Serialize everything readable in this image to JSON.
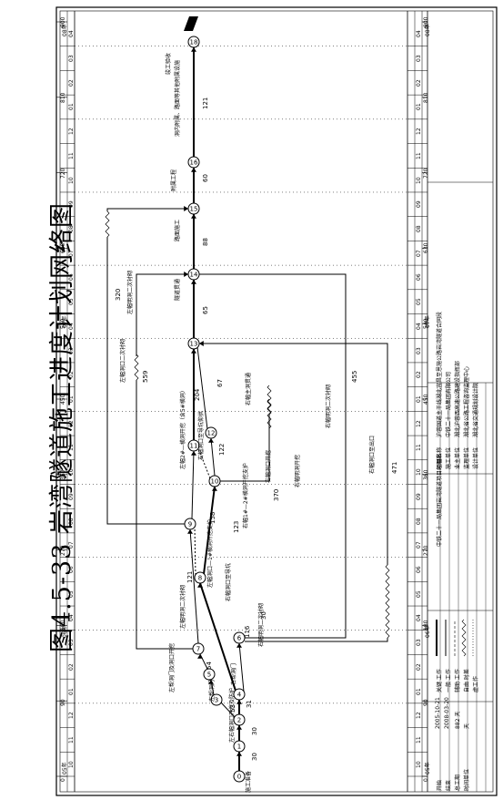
{
  "title": "图4.5-33  岩湾隧道施工进度计划网络图",
  "timeline": {
    "month_labels": [
      "10",
      "11",
      "12",
      "01",
      "02",
      "03",
      "04",
      "05",
      "06",
      "07",
      "08",
      "09",
      "10",
      "11",
      "12",
      "01",
      "02",
      "03",
      "04",
      "05",
      "06",
      "07",
      "08",
      "09",
      "10",
      "11",
      "12",
      "01",
      "02",
      "03",
      "04"
    ],
    "year_labels": [
      "05年",
      "06年",
      "07年",
      "08年"
    ],
    "day_marks": [
      "0",
      "90",
      "180",
      "270",
      "360",
      "450",
      "540",
      "630",
      "720",
      "810",
      "900"
    ]
  },
  "legend": {
    "start_label": "开始",
    "start_value": "2005-10-21",
    "finish_label": "结束",
    "finish_value": "2008-03-20",
    "total_label": "总工期",
    "total_value": "882 天",
    "unit_label": "时间单位",
    "unit_value": "天",
    "key_work": "关键 工作",
    "normal_work": "一般 工作",
    "aux_work": "辅助 工作",
    "float_time": "自由 时差",
    "virtual_work": "虚工作"
  },
  "info_block": {
    "project_name_label": "项目名称",
    "project_name": "沪蓉国道主干线湖北宜昌至恩施公路岩湾隧道合同段",
    "builder_label": "施工单位",
    "builder": "中铁二十一局集团有限公司",
    "owner_label": "业主单位",
    "owner": "湖北沪蓉西高速公路建设指挥部",
    "supervisor_label": "监理单位",
    "supervisor": "湖北省公路工程咨询监理中心",
    "designer_label": "设计单位",
    "designer": "湖北省交通规划设计院",
    "team": "中铁二十一局集团岩湾隧道项目经理部"
  },
  "nodes": [
    "0",
    "1",
    "2",
    "3",
    "4",
    "5",
    "6",
    "7",
    "8",
    "9",
    "10",
    "11",
    "12",
    "13",
    "14",
    "15",
    "16",
    "18"
  ],
  "edges": {
    "e0_1": "30",
    "e1_2": "30",
    "e2_3": "53",
    "e2_4": "31",
    "e3_5": "左帮洞门及洞口开挖",
    "e5_7": "54",
    "e4_8": "116",
    "e4_6": "30",
    "e7_9": "121",
    "e8_10": "123",
    "e9_11": "158",
    "e10_12": "122",
    "e11_13": "204",
    "e12_13": "67",
    "e13_14": "65",
    "e14_15": "88",
    "e15_16": "60",
    "e16_18": "121",
    "e6_13": "455",
    "e7_13": "559",
    "e9_13": "320",
    "e10_13": "370",
    "e6_14": "471"
  },
  "labels": {
    "n0": "施工准备",
    "n1": "左右幅洞口开挖及防护",
    "n2": "进洞",
    "n3": "左帮洞门",
    "n4": "右帮洞门",
    "a5_7": "左帮洞门及洞口开挖",
    "a7_9": "左幅明洞二次衬砌",
    "a9_11": "左幅洞口—1#横洞开挖支护",
    "a11_13": "左幅2#—横洞开挖（含5#横洞）",
    "a8_10": "右幅洞口开挖",
    "a10_12": "右幅1#—2#横洞开挖支护",
    "a12_13": "右幅主洞贯通",
    "a6_13": "右幅明洞二次衬砌",
    "a6_14": "右幅洞口至出口",
    "a7_13": "左幅洞口二次衬砌",
    "a9_13": "左幅明洞二次衬砌",
    "a10_13": "右幅明洞开挖",
    "a13_14": "隧道贯通",
    "a14_15": "路面施工",
    "a15_16": "附属工程",
    "a16_18": "洞内附属、路面等其他附属设施",
    "end": "竣工验收",
    "e4_8_text": "右幅洞口至导坑",
    "e8_10_text": "右幅洞口至导坑",
    "e11_13_top": "右幅洞口至导坑仰拱",
    "e11_13_bot": "左幅洞口二次衬砌"
  }
}
